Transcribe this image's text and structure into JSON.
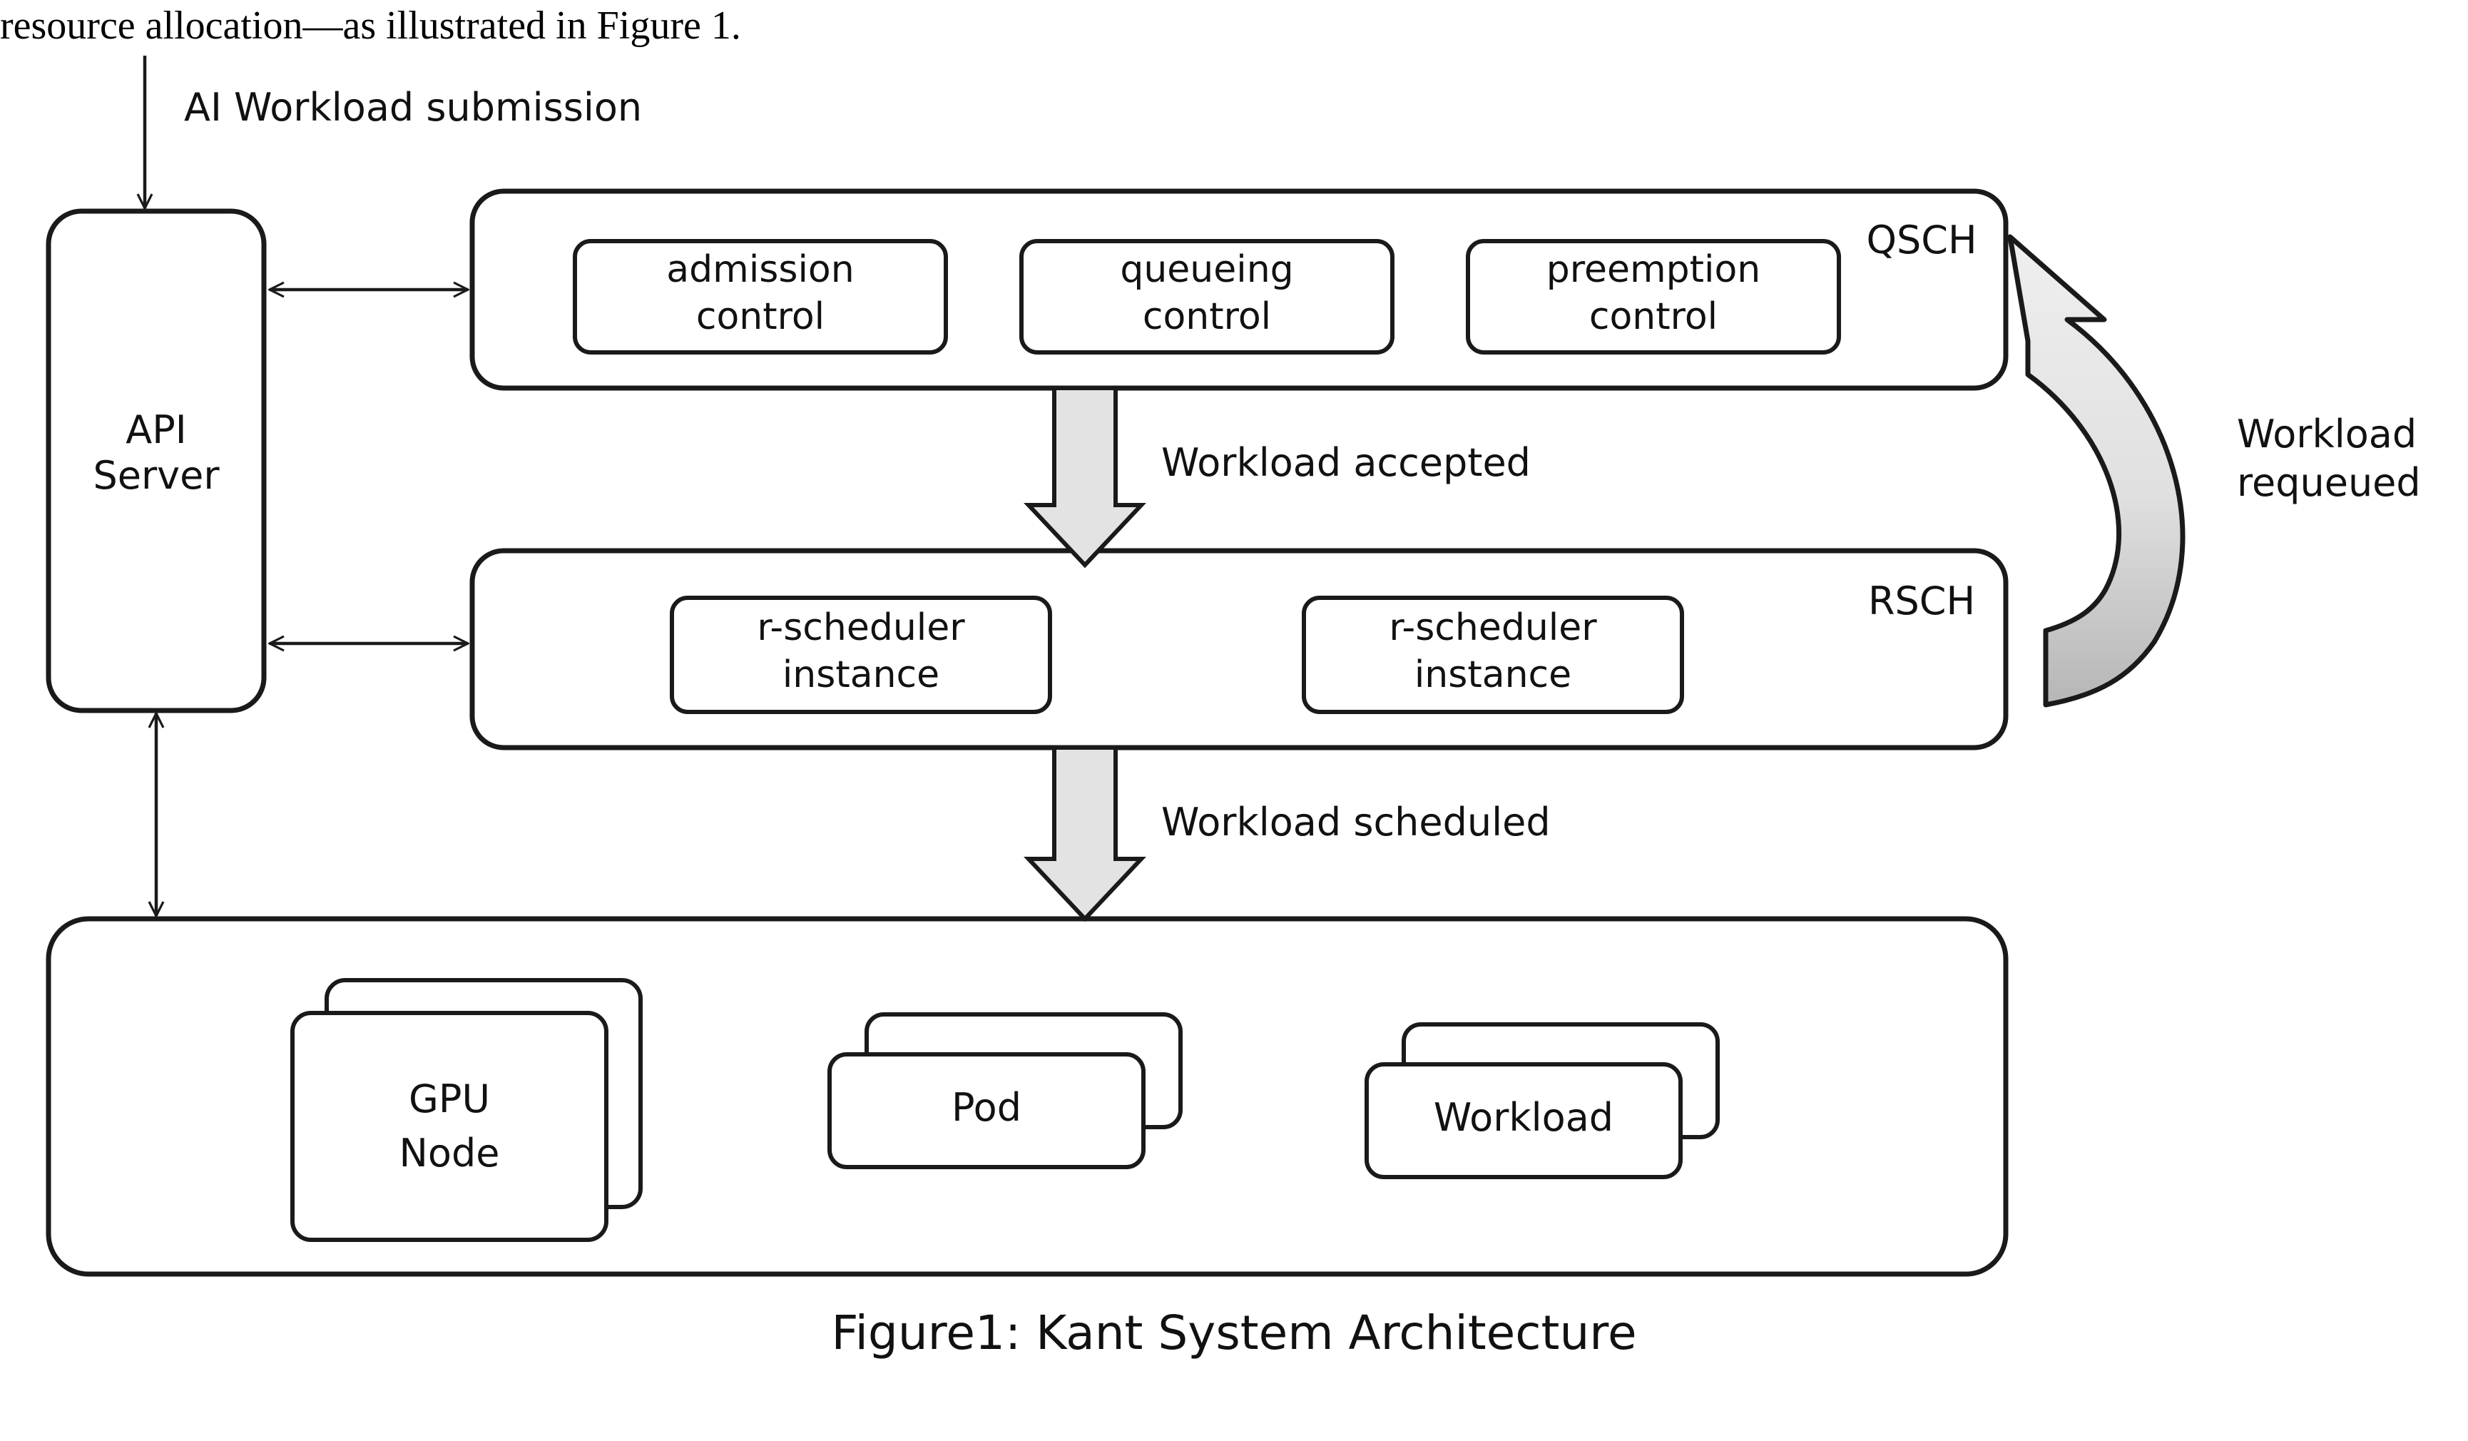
{
  "page": {
    "body_text": "resource allocation—as illustrated in Figure 1.",
    "caption": "Figure1: Kant System Architecture"
  },
  "flows": {
    "submission": "AI Workload submission",
    "accepted": "Workload accepted",
    "scheduled": "Workload scheduled",
    "requeued_line1": "Workload",
    "requeued_line2": "requeued"
  },
  "api_server": {
    "line1": "API",
    "line2": "Server"
  },
  "qsch": {
    "title": "QSCH",
    "items": [
      {
        "line1": "admission",
        "line2": "control"
      },
      {
        "line1": "queueing",
        "line2": "control"
      },
      {
        "line1": "preemption",
        "line2": "control"
      }
    ]
  },
  "rsch": {
    "title": "RSCH",
    "items": [
      {
        "line1": "r-scheduler",
        "line2": "instance"
      },
      {
        "line1": "r-scheduler",
        "line2": "instance"
      }
    ]
  },
  "infrastructure": {
    "items": [
      {
        "line1": "GPU",
        "line2": "Node"
      },
      {
        "line1": "Pod",
        "line2": ""
      },
      {
        "line1": "Workload",
        "line2": ""
      }
    ]
  },
  "colors": {
    "stroke": "#1a1a1a",
    "block_arrow_fill": "#e3e3e3",
    "curved_arrow_fill_light": "#ededed",
    "curved_arrow_fill_dark": "#b9b9b9",
    "box_fill": "#ffffff",
    "text": "#111111"
  }
}
